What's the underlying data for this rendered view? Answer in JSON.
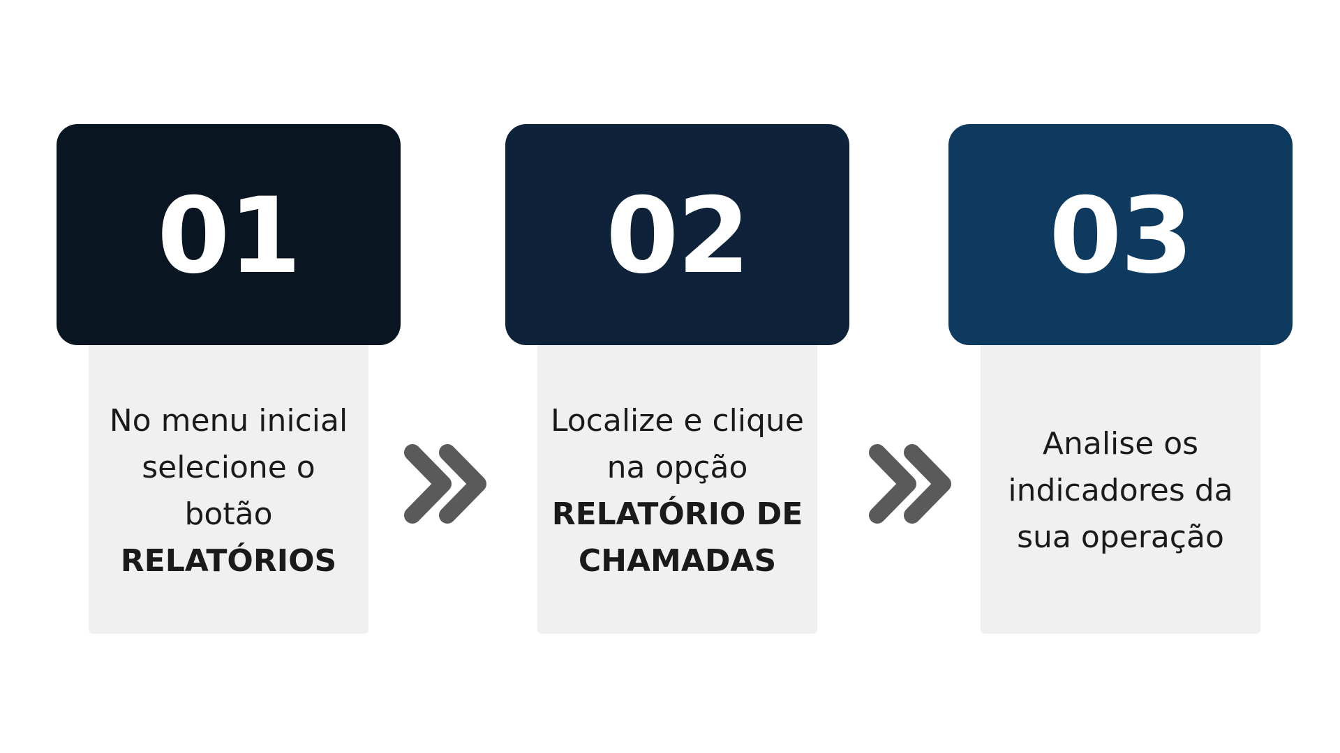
{
  "colors": {
    "step1_box": "#091520",
    "step2_box": "#0e2339",
    "step3_box": "#0f3a60",
    "card_bg": "#f0f0f0",
    "chevron": "#5a5a5a"
  },
  "steps": [
    {
      "number": "01",
      "lines": [
        "No menu inicial",
        "selecione o",
        "botão"
      ],
      "bold_lines": [
        "RELATÓRIOS"
      ]
    },
    {
      "number": "02",
      "lines": [
        "Localize e clique",
        "na opção"
      ],
      "bold_lines": [
        "RELATÓRIO DE",
        "CHAMADAS"
      ]
    },
    {
      "number": "03",
      "lines": [
        "Analise os",
        "indicadores da",
        "sua operação"
      ],
      "bold_lines": []
    }
  ],
  "connectors": [
    {
      "icon": "double-chevron-right-icon"
    },
    {
      "icon": "double-chevron-right-icon"
    }
  ]
}
